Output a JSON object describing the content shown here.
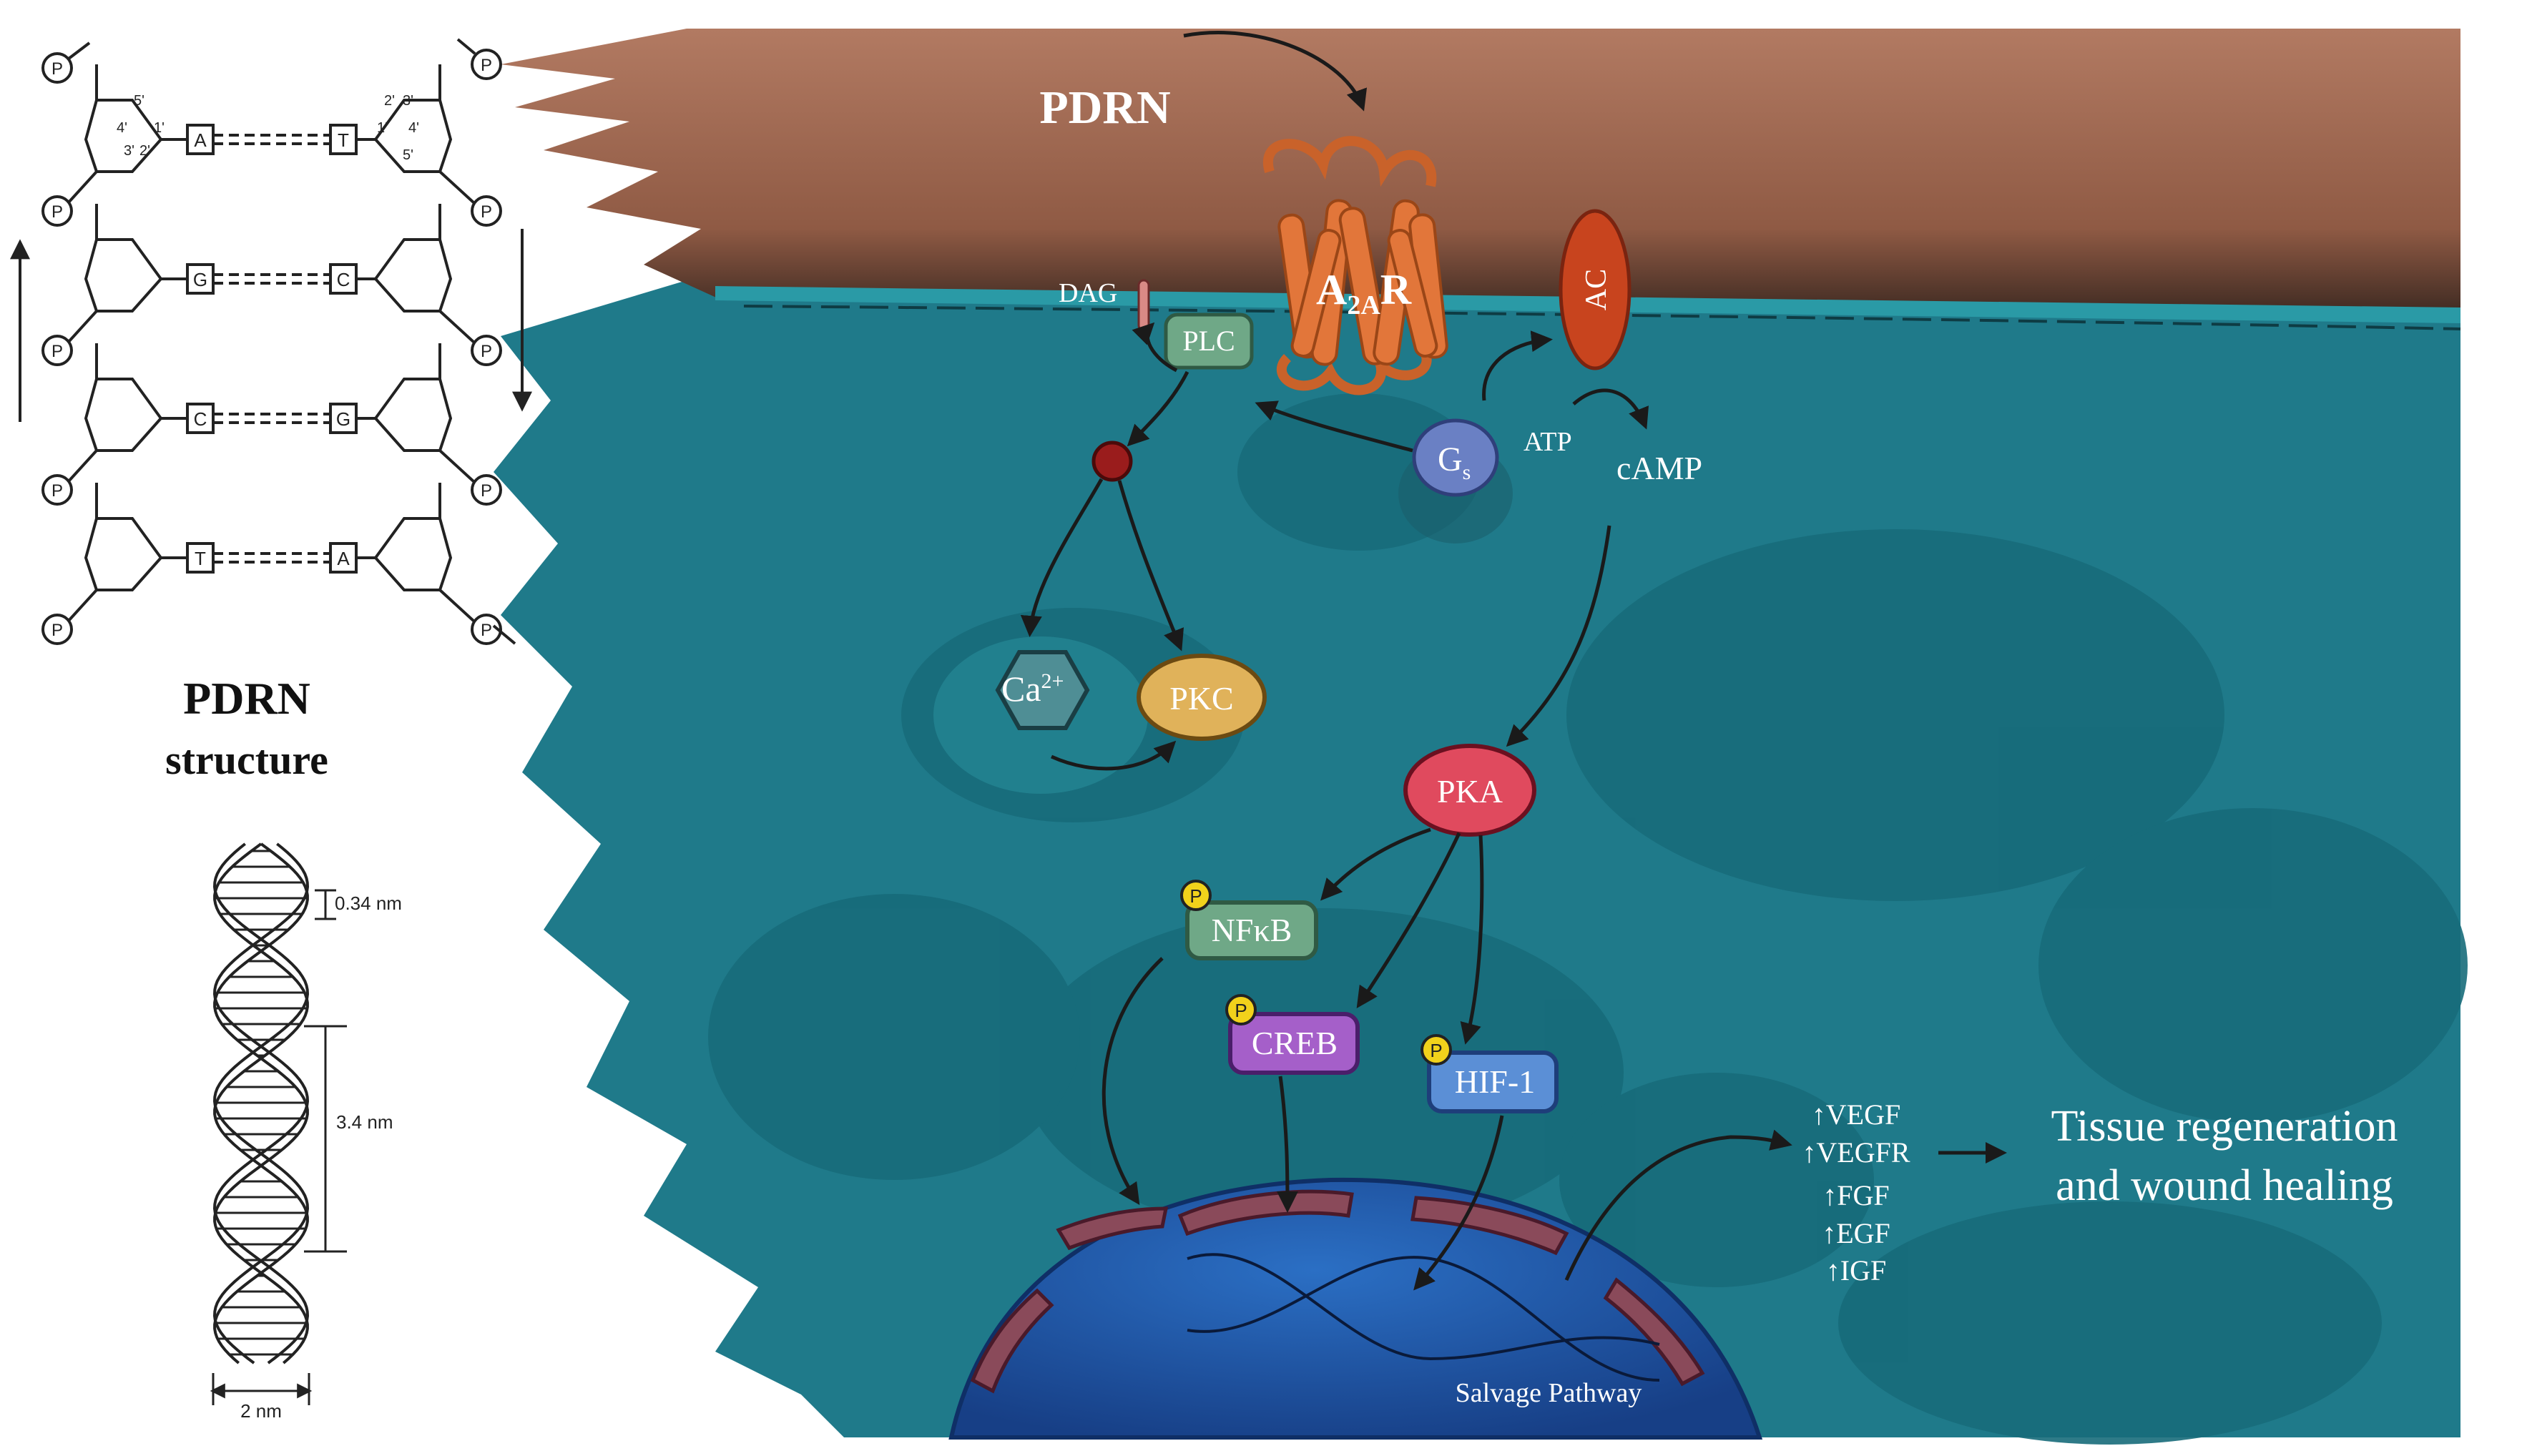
{
  "title": "PDRN",
  "structure": {
    "title": "PDRN",
    "subtitle": "structure",
    "phosphate": "P",
    "pairs": [
      {
        "left": "A",
        "right": "T"
      },
      {
        "left": "G",
        "right": "C"
      },
      {
        "left": "C",
        "right": "G"
      },
      {
        "left": "T",
        "right": "A"
      }
    ],
    "left_carbons": [
      "5'",
      "4'",
      "3'",
      "2'",
      "1'"
    ],
    "right_carbons": [
      "2'",
      "3'",
      "1'",
      "4'",
      "5'"
    ],
    "helix": {
      "rise": "0.34 nm",
      "pitch": "3.4 nm",
      "width": "2 nm"
    }
  },
  "pathway": {
    "receptor": {
      "base": "A",
      "sub": "2A",
      "suffix": "R"
    },
    "dag": "DAG",
    "plc": "PLC",
    "ac": "AC",
    "gs": {
      "base": "G",
      "sub": "s"
    },
    "atp": "ATP",
    "camp": "cAMP",
    "ca": {
      "base": "Ca",
      "sup": "2+"
    },
    "pkc": "PKC",
    "pka": "PKA",
    "phospho": "P",
    "nfkb": "NFκB",
    "creb": "CREB",
    "hif": "HIF-1",
    "salvage": "Salvage Pathway",
    "factors": [
      "↑VEGF",
      "↑VEGFR",
      "↑FGF",
      "↑EGF",
      "↑IGF"
    ],
    "outcome": [
      "Tissue regeneration",
      "and wound healing"
    ]
  },
  "colors": {
    "membrane": "#a8705a",
    "cytoplasm": "#1f7a8a",
    "nucleus": "#1b4f9a",
    "receptor": "#e2763a",
    "ac": "#c8441e",
    "plc": "#6fa887",
    "gs": "#6a80c4",
    "pkc": "#e0b25a",
    "pka": "#e04a5e",
    "nfkb": "#6fa887",
    "creb": "#a55fc9",
    "hif": "#5b8fd6",
    "ca": "#4f8e95",
    "phospho": "#f2d21b"
  }
}
